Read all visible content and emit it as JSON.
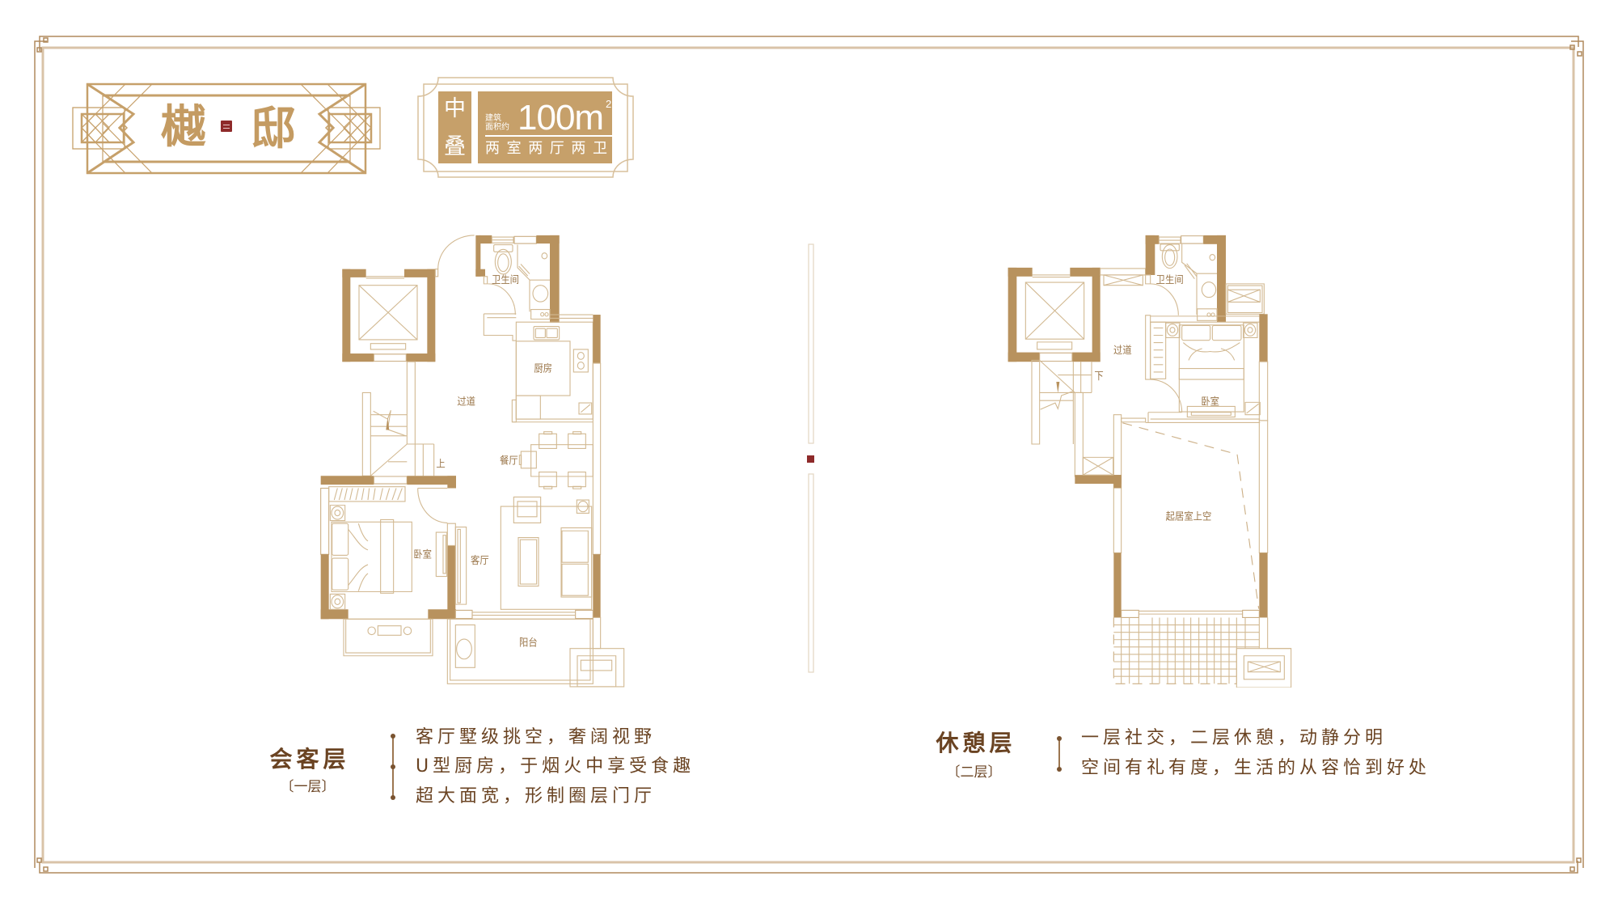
{
  "logo": {
    "char1": "樾",
    "char2": "邸",
    "seal_icon": "seal-icon"
  },
  "badge": {
    "type_line1": "中",
    "type_line2": "叠",
    "area_label_line1": "建筑",
    "area_label_line2": "面积约",
    "area_value": "100m",
    "area_unit_sup": "2",
    "layout": "两室两厅两卫"
  },
  "plans": {
    "floor1": {
      "rooms": {
        "bathroom": "卫生间",
        "kitchen": "厨房",
        "corridor": "过道",
        "dining": "餐厅",
        "stairs_up": "上",
        "bedroom": "卧室",
        "living": "客厅",
        "balcony": "阳台"
      }
    },
    "floor2": {
      "rooms": {
        "bathroom": "卫生间",
        "corridor": "过道",
        "stairs_down": "下",
        "bedroom": "卧室",
        "living_void": "起居室上空"
      }
    }
  },
  "captions": [
    {
      "title": "会客层",
      "subtitle": "〔一层〕",
      "items": [
        "客厅墅级挑空，奢阔视野",
        "U型厨房，于烟火中享受食趣",
        "超大面宽，形制圈层门厅"
      ]
    },
    {
      "title": "休憩层",
      "subtitle": "〔二层〕",
      "items": [
        "一层社交，二层休憩，动静分明",
        "空间有礼有度，生活的从容恰到好处"
      ]
    }
  ],
  "colors": {
    "gold": "#C6A06A",
    "wall": "#B8925E",
    "text_brown": "#6A4322",
    "seal_red": "#8E2A2A",
    "frame_outer": "#B08A5D",
    "frame_inner": "#D9C3A8"
  }
}
